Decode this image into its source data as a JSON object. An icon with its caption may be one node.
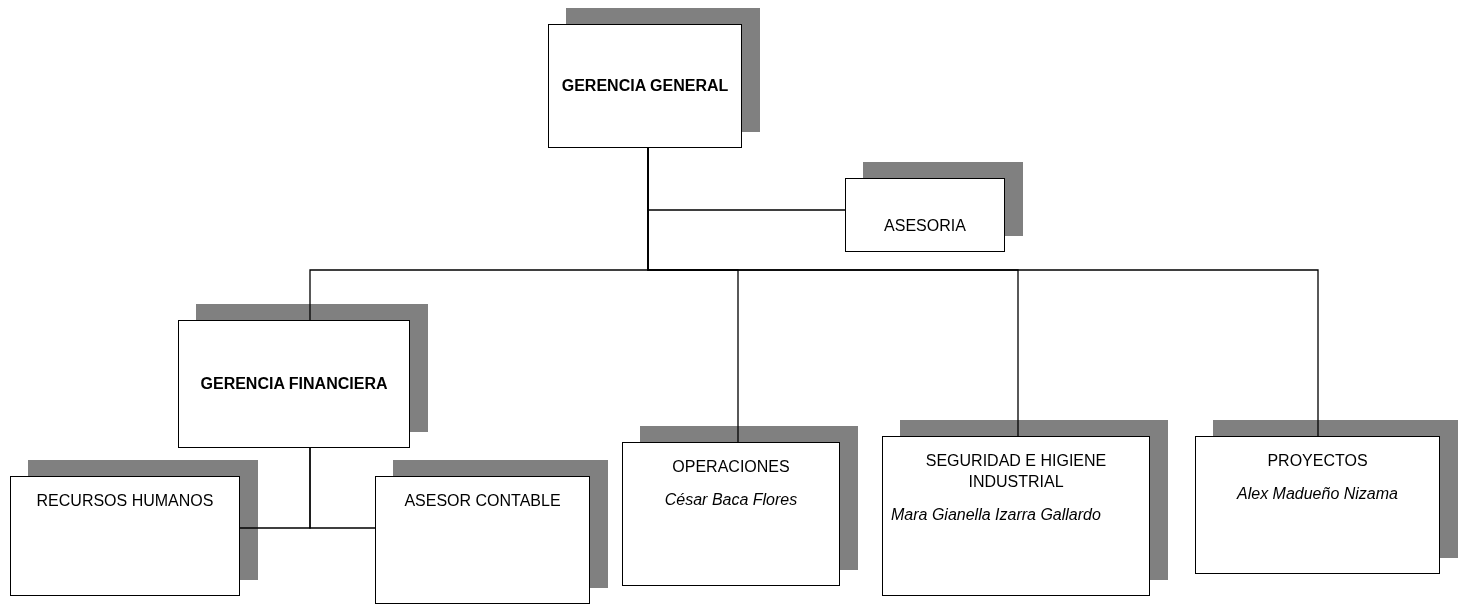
{
  "diagram": {
    "nodes": [
      {
        "text": [
          "GERENCIA GENERAL"
        ]
      },
      {
        "text": [
          "ASESORIA"
        ]
      },
      {
        "text": [
          "GERENCIA FINANCIERA"
        ]
      },
      {
        "text": [
          "RECURSOS HUMANOS"
        ]
      },
      {
        "text": [
          "ASESOR CONTABLE"
        ]
      },
      {
        "text": [
          "OPERACIONES",
          "César Baca Flores"
        ]
      },
      {
        "text": [
          "SEGURIDAD E HIGIENE INDUSTRIAL",
          "Mara Gianella Izarra Gallardo"
        ]
      },
      {
        "text": [
          "PROYECTOS",
          "Alex Madueño Nizama"
        ]
      }
    ],
    "edges": [
      {
        "from": 0,
        "to": 1,
        "arrow": "none"
      },
      {
        "from": 0,
        "to": 2,
        "arrow": "none"
      },
      {
        "from": 0,
        "to": 5,
        "arrow": "none"
      },
      {
        "from": 0,
        "to": 6,
        "arrow": "none"
      },
      {
        "from": 0,
        "to": 7,
        "arrow": "none"
      },
      {
        "from": 2,
        "to": 3,
        "arrow": "none"
      },
      {
        "from": 2,
        "to": 4,
        "arrow": "none"
      }
    ]
  }
}
